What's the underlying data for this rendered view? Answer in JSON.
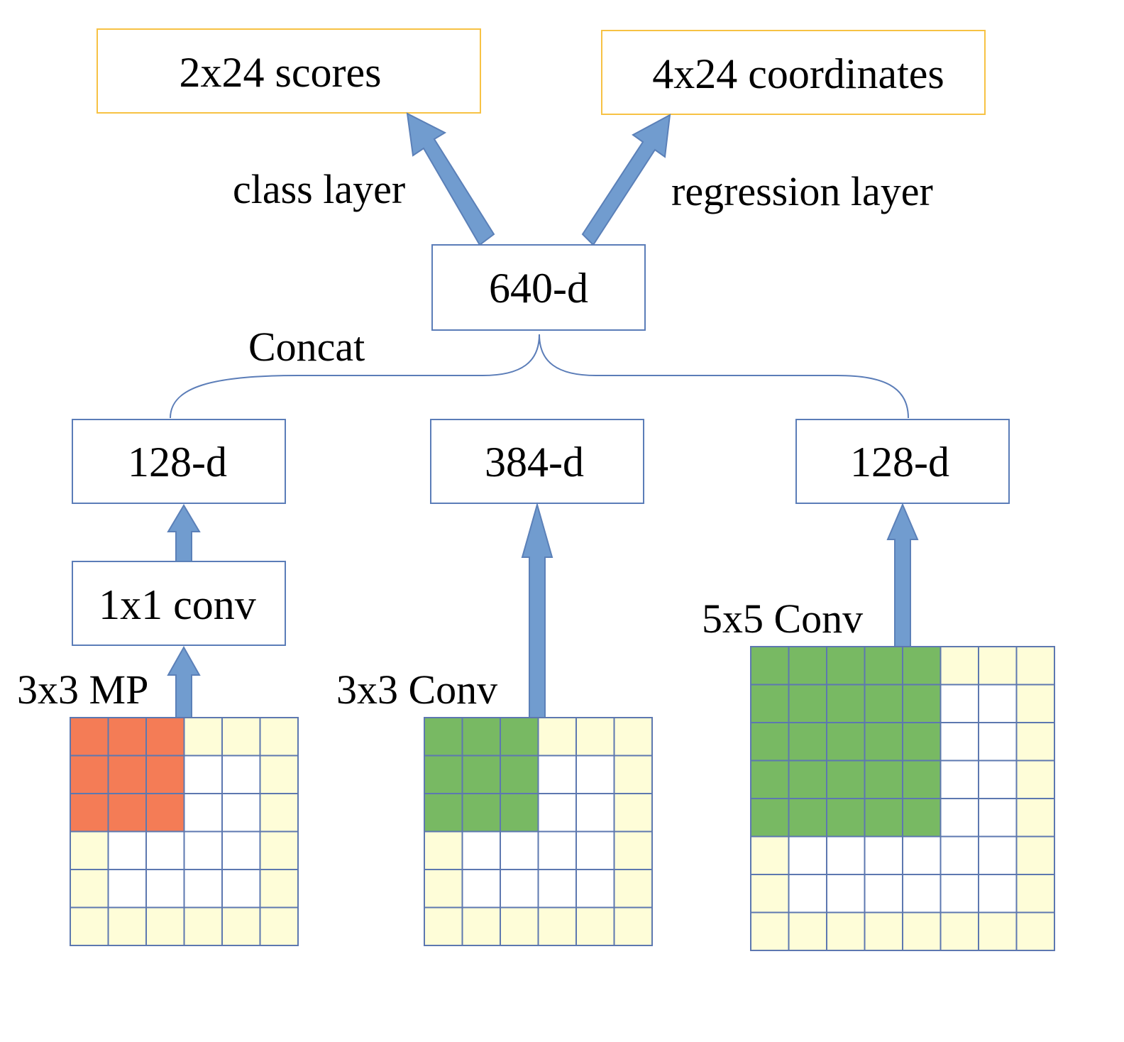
{
  "outputs": {
    "scores": "2x24 scores",
    "coordinates": "4x24 coordinates"
  },
  "layers": {
    "class": "class layer",
    "regression": "regression layer"
  },
  "merge": {
    "concat_label": "Concat",
    "output": "640-d"
  },
  "branches": [
    {
      "feature": "128-d",
      "op": "1x1 conv",
      "kernel_label": "3x3 MP",
      "grid_size": 6,
      "kernel_size": 3,
      "kernel_color": "#F47C56"
    },
    {
      "feature": "384-d",
      "kernel_label": "3x3 Conv",
      "grid_size": 6,
      "kernel_size": 3,
      "kernel_color": "#78B963"
    },
    {
      "feature": "128-d",
      "kernel_label": "5x5 Conv",
      "grid_size": 8,
      "kernel_size": 5,
      "kernel_color": "#78B963"
    }
  ],
  "colors": {
    "output_box_border": "#F7C244",
    "box_border": "#5B7DB8",
    "arrow_fill": "#719CCF",
    "arrow_stroke": "#5B80B8",
    "grid_line": "#5D78B0",
    "grid_border_cell": "#FEFDD8",
    "grid_inner_cell": "#FFFFFF"
  }
}
